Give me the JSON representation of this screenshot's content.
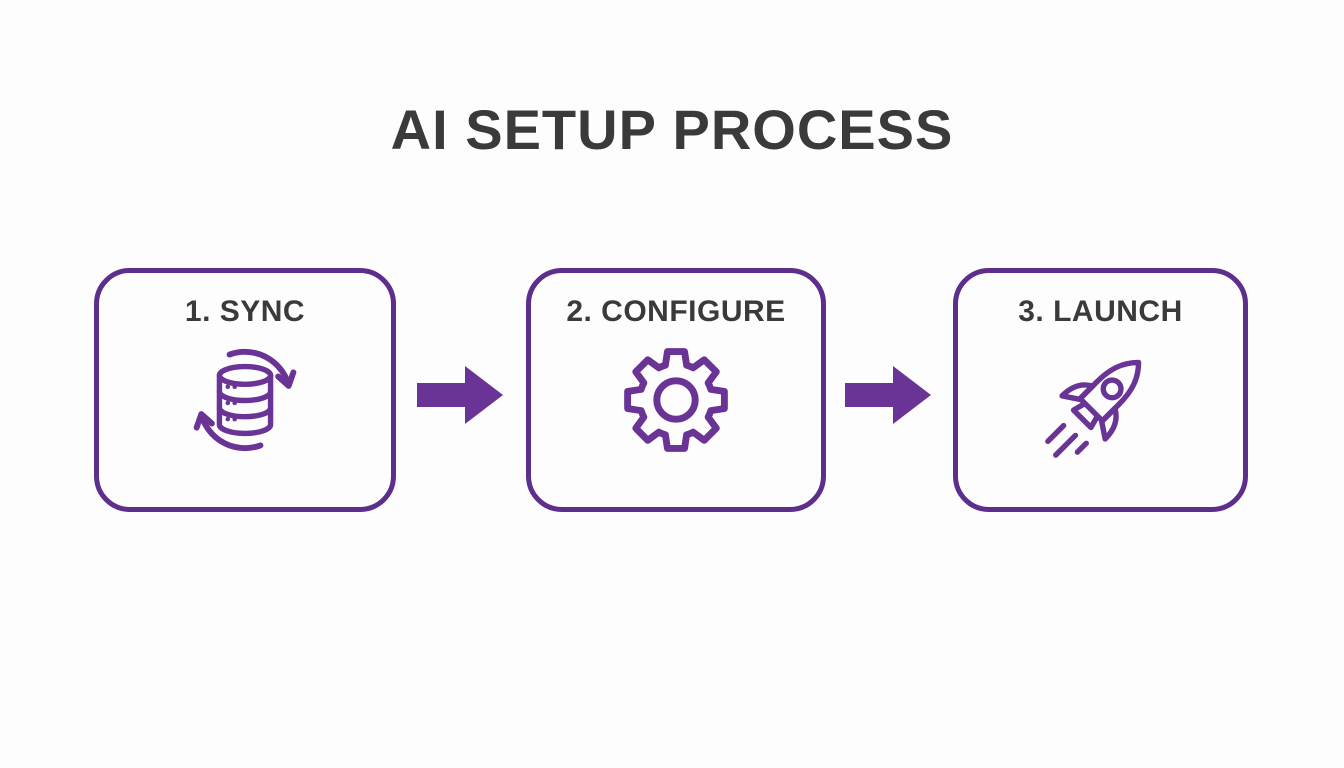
{
  "title": "AI SETUP PROCESS",
  "steps": [
    {
      "label": "1. SYNC",
      "icon": "database-sync-icon"
    },
    {
      "label": "2. CONFIGURE",
      "icon": "gear-icon"
    },
    {
      "label": "3. LAUNCH",
      "icon": "rocket-icon"
    }
  ],
  "connectors": [
    {
      "icon": "arrow-right-icon"
    },
    {
      "icon": "arrow-right-icon"
    }
  ],
  "colors": {
    "border_purple": "#5e2e8c",
    "arrow_purple": "#6a3396",
    "icon_purple": "#6a3396",
    "text_dark": "#3a3a3c",
    "background": "#fdfdfd"
  }
}
